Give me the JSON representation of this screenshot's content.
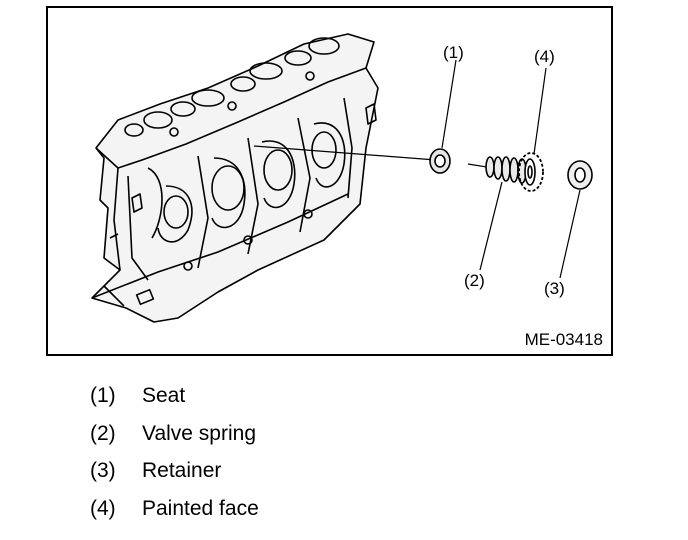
{
  "figure": {
    "id": "ME-03418",
    "callouts": [
      {
        "num": "(1)"
      },
      {
        "num": "(2)"
      },
      {
        "num": "(3)"
      },
      {
        "num": "(4)"
      }
    ]
  },
  "legend": [
    {
      "num": "(1)",
      "text": "Seat"
    },
    {
      "num": "(2)",
      "text": "Valve spring"
    },
    {
      "num": "(3)",
      "text": "Retainer"
    },
    {
      "num": "(4)",
      "text": "Painted face"
    }
  ]
}
